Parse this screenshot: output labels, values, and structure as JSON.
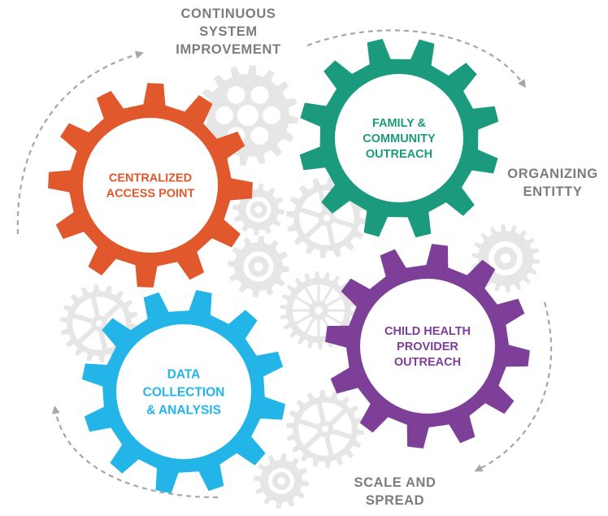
{
  "colors": {
    "orange": "#e0582b",
    "teal": "#1b9a7e",
    "purple": "#7d3f98",
    "blue": "#23b5e8",
    "grey_gear": "#e6e6e6",
    "label_grey": "#7c7c7c",
    "arrow_grey": "#a6a6a6"
  },
  "gears": {
    "centralized_access": {
      "lines": [
        "CENTRALIZED",
        "ACCESS POINT"
      ],
      "color": "#e0582b"
    },
    "family_community": {
      "lines": [
        "FAMILY &",
        "COMMUNITY",
        "OUTREACH"
      ],
      "color": "#1b9a7e"
    },
    "child_health": {
      "lines": [
        "CHILD HEALTH",
        "PROVIDER",
        "OUTREACH"
      ],
      "color": "#7d3f98"
    },
    "data_collection": {
      "lines": [
        "DATA",
        "COLLECTION",
        "& ANALYSIS"
      ],
      "color": "#23b5e8"
    }
  },
  "labels": {
    "continuous": [
      "CONTINUOUS",
      "SYSTEM",
      "IMPROVEMENT"
    ],
    "organizing": [
      "ORGANIZING",
      "ENTITTY"
    ],
    "scale": [
      "SCALE AND",
      "SPREAD"
    ]
  }
}
